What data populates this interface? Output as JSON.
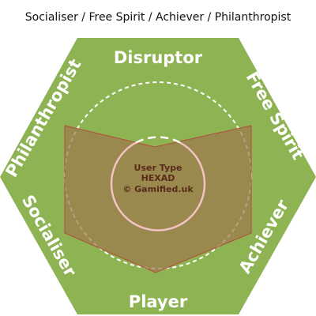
{
  "header": {
    "title": "Socialiser / Free Spirit / Achiever / Philanthropist"
  },
  "hexad": {
    "labels": {
      "top": "Disruptor",
      "upper_right": "Free Spirit",
      "lower_right": "Achiever",
      "bottom": "Player",
      "lower_left": "Socialiser",
      "upper_left": "Philanthropist"
    },
    "center": {
      "line1": "User Type",
      "line2": "HEXAD",
      "line3": "© Gamified.uk"
    }
  },
  "colors": {
    "hexagon": "#8db353",
    "highlight": "#a0784e",
    "highlight_edge": "#b24d3a",
    "dashed_circle": "#ffffff",
    "inner_circle": "#f3c2c2",
    "label": "#ffffff",
    "center_text": "#5a2a1a"
  }
}
